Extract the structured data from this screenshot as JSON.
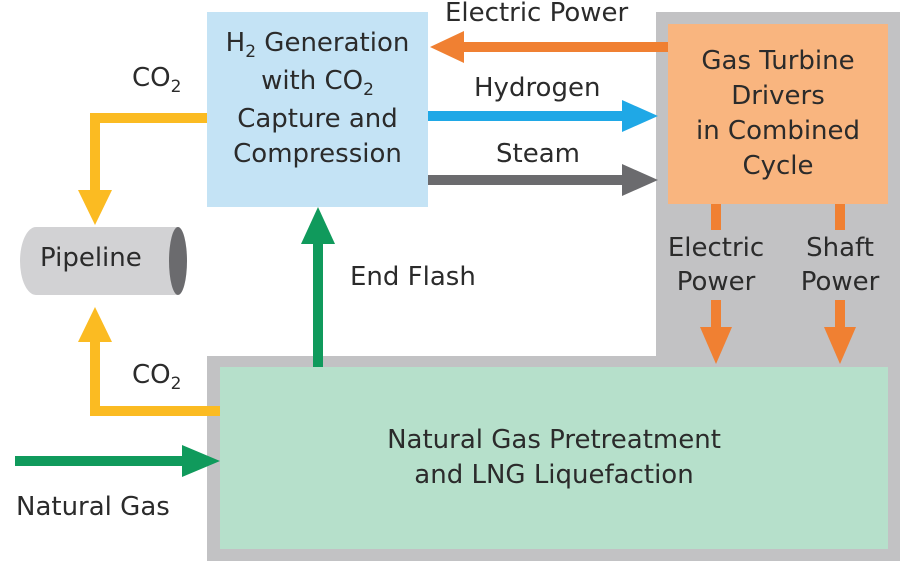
{
  "colors": {
    "h2_box": "#c4e3f5",
    "turbine_box": "#f9b57f",
    "lng_box": "#b6e0cb",
    "gray_frame": "#c2c2c4",
    "pipeline": "#d2d2d4",
    "pipeline_cap": "#6b6b6e",
    "orange_arrow": "#f08032",
    "blue_arrow": "#1fa8e6",
    "gray_arrow": "#6b6b6e",
    "green_arrow": "#109a5c",
    "yellow_arrow": "#fbbb22"
  },
  "nodes": {
    "h2": {
      "line1_pre": "H",
      "line1_sub": "2",
      "line1_post": " Generation",
      "line2_pre": "with CO",
      "line2_sub": "2",
      "line3": "Capture and",
      "line4": "Compression"
    },
    "turbine": {
      "line1": "Gas Turbine",
      "line2": "Drivers",
      "line3": "in Combined",
      "line4": "Cycle"
    },
    "lng": {
      "line1": "Natural Gas Pretreatment",
      "line2": "and LNG Liquefaction"
    },
    "pipeline": {
      "label": "Pipeline"
    }
  },
  "flows": {
    "electric_power_top": "Electric Power",
    "hydrogen": "Hydrogen",
    "steam": "Steam",
    "co2_top": {
      "pre": "CO",
      "sub": "2"
    },
    "co2_bottom": {
      "pre": "CO",
      "sub": "2"
    },
    "end_flash": "End Flash",
    "electric_power_down": {
      "line1": "Electric",
      "line2": "Power"
    },
    "shaft_power": {
      "line1": "Shaft",
      "line2": "Power"
    },
    "natural_gas": "Natural Gas"
  }
}
